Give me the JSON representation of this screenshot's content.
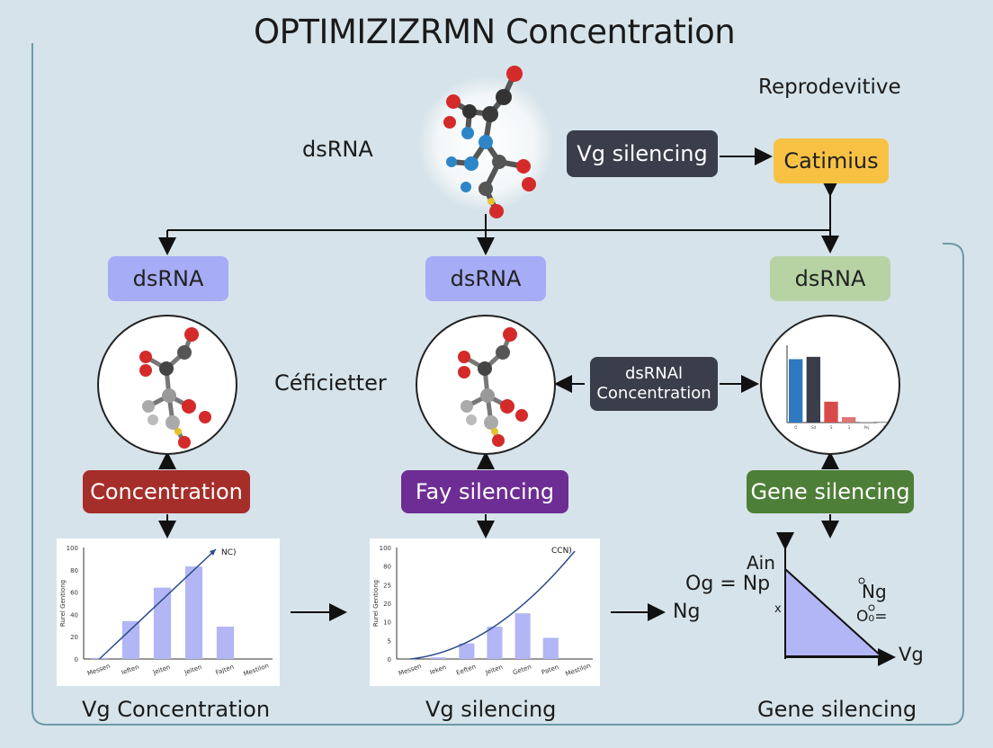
{
  "title": "OPTIMIZIZRMN Concentration",
  "labels": {
    "reprodevitive": "Reprodevitive",
    "dsrna_top": "dsRNA",
    "cefficietter": "Céficietter",
    "og_np": "Og = Np",
    "ng_left": "Ng",
    "ain": "Ain",
    "ng_right": "Ng",
    "ob": "O₀=",
    "vg_axis": "Vg",
    "x_small": "x"
  },
  "boxes": {
    "vg_silencing_top": "Vg silencing",
    "catimius": "Catimius",
    "dsrna_left": "dsRNA",
    "dsrna_mid": "dsRNA",
    "dsrna_right": "dsRNA",
    "dsrnal_conc_line1": "dsRNAl",
    "dsrnal_conc_line2": "Concentration",
    "concentration": "Concentration",
    "fay_silencing": "Fay silencing",
    "gene_silencing": "Gene silencing"
  },
  "footer": {
    "left": "Vg Concentration",
    "mid": "Vg silencing",
    "right": "Gene silencing"
  },
  "colors": {
    "background": "#d6e3ea",
    "dark_box": "#3a3d4a",
    "catimius": "#f7c244",
    "dsrna_blue": "#a6acf5",
    "dsrna_green": "#b7d3a4",
    "concentration": "#a62e2a",
    "fay_silencing": "#6e2d94",
    "gene_silencing": "#4e7f38",
    "bars": "#b3b6f4",
    "triangle": "#b3b6f4"
  },
  "chart_data": [
    {
      "type": "bar",
      "categories": [
        "Messen",
        "Ieften",
        "Jeiten",
        "Jeiten",
        "Fajten",
        "Mestilon"
      ],
      "values": [
        1,
        34,
        64,
        83,
        29,
        0
      ],
      "ylim": [
        0,
        100
      ],
      "yticks": [
        "100",
        "80",
        "60",
        "40",
        "20",
        "0"
      ],
      "ylabel": "Rurel Gentiong",
      "trend_label": "NC)"
    },
    {
      "type": "bar",
      "categories": [
        "Messen",
        "Ieken",
        "Eeften",
        "Jeiten",
        "Geten",
        "Paten",
        "Mestilon"
      ],
      "values": [
        0,
        1.5,
        14,
        29,
        41,
        19,
        0
      ],
      "ylim": [
        0,
        100
      ],
      "yticks": [
        "100",
        "80",
        "25",
        "20",
        "10",
        "5",
        "0"
      ],
      "ylabel": "Rurel Gentiong",
      "trend_label": "CCN)"
    },
    {
      "type": "bar",
      "categories": [
        "O",
        "Sd",
        "S",
        "3",
        "Pnj",
        "S"
      ],
      "values": [
        82,
        85,
        27,
        7,
        1,
        0
      ],
      "colors": [
        "#2f79c1",
        "#3a3d4a",
        "#d94b4b",
        "#e07575",
        "#bbbbbb",
        "#bbbbbb"
      ],
      "ylim": [
        0,
        100
      ]
    }
  ]
}
